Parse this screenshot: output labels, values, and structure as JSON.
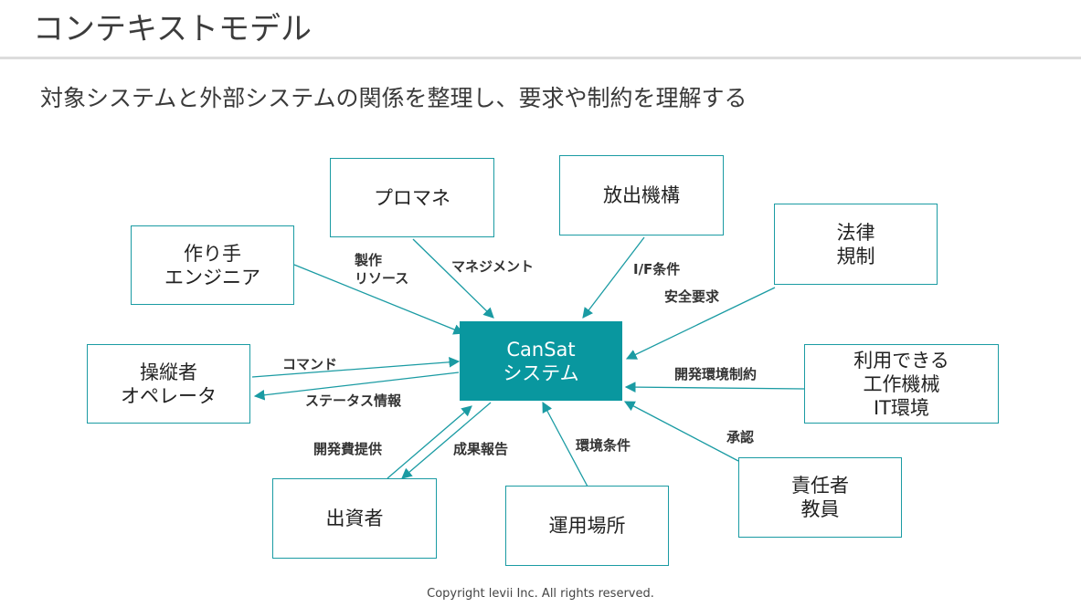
{
  "header": {
    "title": "コンテキストモデル",
    "subtitle": "対象システムと外部システムの関係を整理し、要求や制約を理解する"
  },
  "nodes": {
    "center": "CanSat\nシステム",
    "promane": "プロマネ",
    "release_mech": "放出機構",
    "law": "法律\n規制",
    "maker": "作り手\nエンジニア",
    "operator": "操縦者\nオペレータ",
    "tools": "利用できる\n工作機械\nIT環境",
    "investor": "出資者",
    "site": "運用場所",
    "supervisor": "責任者\n教員"
  },
  "edges": {
    "maker_resource": "製作\nリソース",
    "management": "マネジメント",
    "if_condition": "I/F条件",
    "safety": "安全要求",
    "command": "コマンド",
    "status": "ステータス情報",
    "dev_env": "開発環境制約",
    "funding": "開発費提供",
    "report": "成果報告",
    "env_condition": "環境条件",
    "approval": "承認"
  },
  "footer": {
    "copyright": "Copyright levii Inc. All rights reserved."
  },
  "colors": {
    "accent": "#09979f",
    "border": "#1a9ba3"
  }
}
